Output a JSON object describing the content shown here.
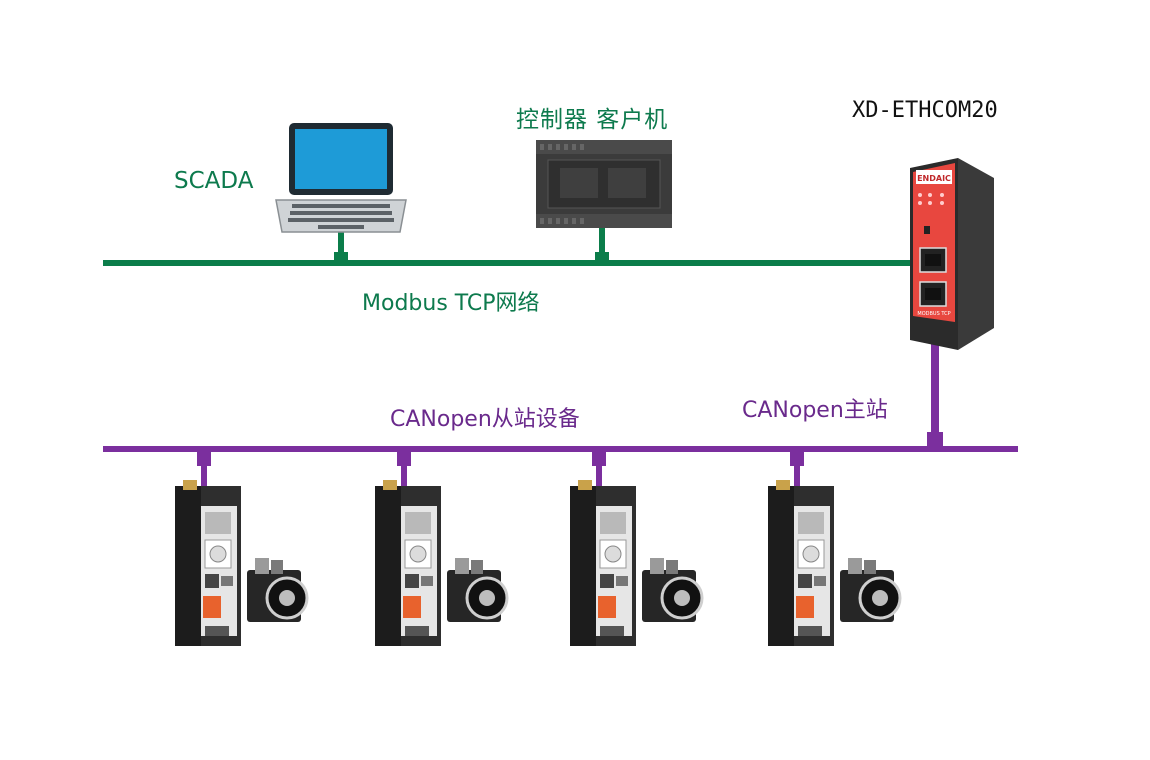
{
  "labels": {
    "scada": "SCADA",
    "controller": "控制器 客户机",
    "gateway_model": "XD-ETHCOM20",
    "modbus_network": "Modbus TCP网络",
    "canopen_slaves": "CANopen从站设备",
    "canopen_master": "CANopen主站"
  },
  "gateway": {
    "brand": "ENDAIC",
    "port_label": "MODBUS TCP"
  },
  "colors": {
    "modbus_line": "#0b7d4a",
    "canopen_line": "#7b2f9e",
    "gateway_face": "#e8473f"
  },
  "slave_count": 4
}
